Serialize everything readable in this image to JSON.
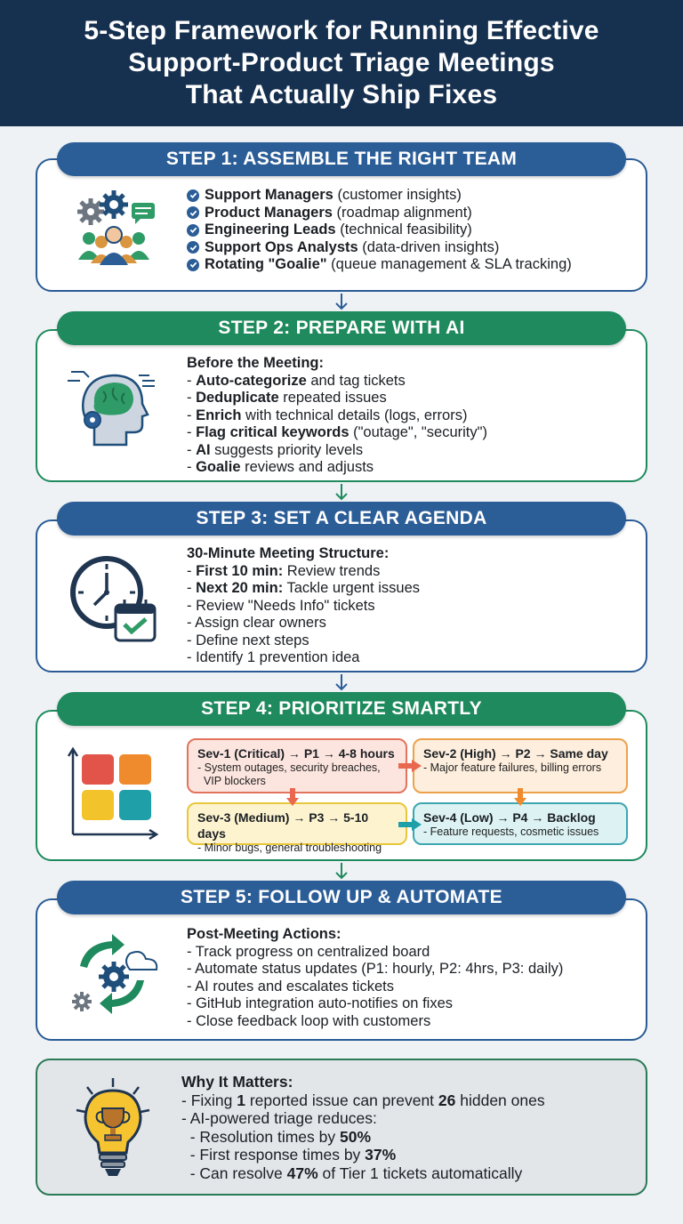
{
  "header": {
    "lines": [
      "5-Step Framework for Running Effective",
      "Support-Product Triage Meetings",
      "That Actually Ship Fixes"
    ]
  },
  "colors": {
    "navy": "#16304f",
    "blue": "#2b5d97",
    "green": "#1e8a5d"
  },
  "step1": {
    "title": "STEP 1: ASSEMBLE THE RIGHT TEAM",
    "icon": "team-gears-icon",
    "items": [
      {
        "bold": "Support Managers",
        "rest": " (customer insights)"
      },
      {
        "bold": "Product Managers",
        "rest": " (roadmap alignment)"
      },
      {
        "bold": "Engineering Leads",
        "rest": " (technical feasibility)"
      },
      {
        "bold": "Support Ops Analysts",
        "rest": " (data-driven insights)"
      },
      {
        "bold": "Rotating \"Goalie\"",
        "rest": " (queue management & SLA tracking)"
      }
    ]
  },
  "step2": {
    "title": "STEP 2: PREPARE WITH AI",
    "icon": "ai-head-icon",
    "heading": "Before the Meeting:",
    "items": [
      {
        "pre": "- ",
        "bold": "Auto-categorize",
        "rest": " and tag tickets"
      },
      {
        "pre": "- ",
        "bold": "Deduplicate",
        "rest": " repeated issues"
      },
      {
        "pre": "- ",
        "bold": "Enrich",
        "rest": " with technical details (logs, errors)"
      },
      {
        "pre": "- ",
        "bold": "Flag critical keywords",
        "rest": " (\"outage\", \"security\")"
      },
      {
        "pre": "- ",
        "bold": "AI",
        "rest": " suggests priority levels"
      },
      {
        "pre": "- ",
        "bold": "Goalie",
        "rest": " reviews and adjusts"
      }
    ]
  },
  "step3": {
    "title": "STEP 3: SET A CLEAR AGENDA",
    "icon": "clock-calendar-icon",
    "heading": "30-Minute Meeting Structure:",
    "items": [
      {
        "pre": "- ",
        "bold": "First 10 min:",
        "rest": " Review trends"
      },
      {
        "pre": "- ",
        "bold": "Next 20 min:",
        "rest": " Tackle urgent issues"
      },
      {
        "pre": "- ",
        "bold": "",
        "rest": "Review \"Needs Info\" tickets"
      },
      {
        "pre": "- ",
        "bold": "",
        "rest": "Assign clear owners"
      },
      {
        "pre": "- ",
        "bold": "",
        "rest": "Define next steps"
      },
      {
        "pre": "- ",
        "bold": "",
        "rest": "Identify 1 prevention idea"
      }
    ]
  },
  "step4": {
    "title": "STEP 4: PRIORITIZE SMARTLY",
    "icon": "priority-matrix-icon",
    "severities": [
      {
        "title": "Sev-1 (Critical) → P1 → 4-8 hours",
        "desc": [
          "- System outages, security breaches,",
          "  VIP blockers"
        ]
      },
      {
        "title": "Sev-2 (High) → P2 → Same day",
        "desc": [
          "- Major feature failures, billing errors"
        ]
      },
      {
        "title": "Sev-3 (Medium) → P3 → 5-10 days",
        "desc": [
          "- Minor bugs, general troubleshooting"
        ]
      },
      {
        "title": "Sev-4 (Low) → P4 → Backlog",
        "desc": [
          "- Feature requests, cosmetic issues"
        ]
      }
    ]
  },
  "step5": {
    "title": "STEP 5: FOLLOW UP & AUTOMATE",
    "icon": "automation-cycle-icon",
    "heading": "Post-Meeting Actions:",
    "items": [
      "- Track progress on centralized board",
      "- Automate status updates (P1: hourly, P2: 4hrs, P3: daily)",
      "- AI routes and escalates tickets",
      "- GitHub integration auto-notifies on fixes",
      "- Close feedback loop with customers"
    ]
  },
  "why": {
    "icon": "lightbulb-trophy-icon",
    "heading": "Why It Matters:",
    "line1": {
      "pre": "- Fixing ",
      "b1": "1",
      "mid": " reported issue can prevent ",
      "b2": "26",
      "post": " hidden ones"
    },
    "line2": "- AI-powered triage reduces:",
    "line3": {
      "pre": "  - Resolution times by ",
      "b": "50%"
    },
    "line4": {
      "pre": "  - First response times by ",
      "b": "37%"
    },
    "line5": {
      "pre": "  - Can resolve ",
      "b": "47%",
      "post": " of Tier 1 tickets automatically"
    }
  }
}
